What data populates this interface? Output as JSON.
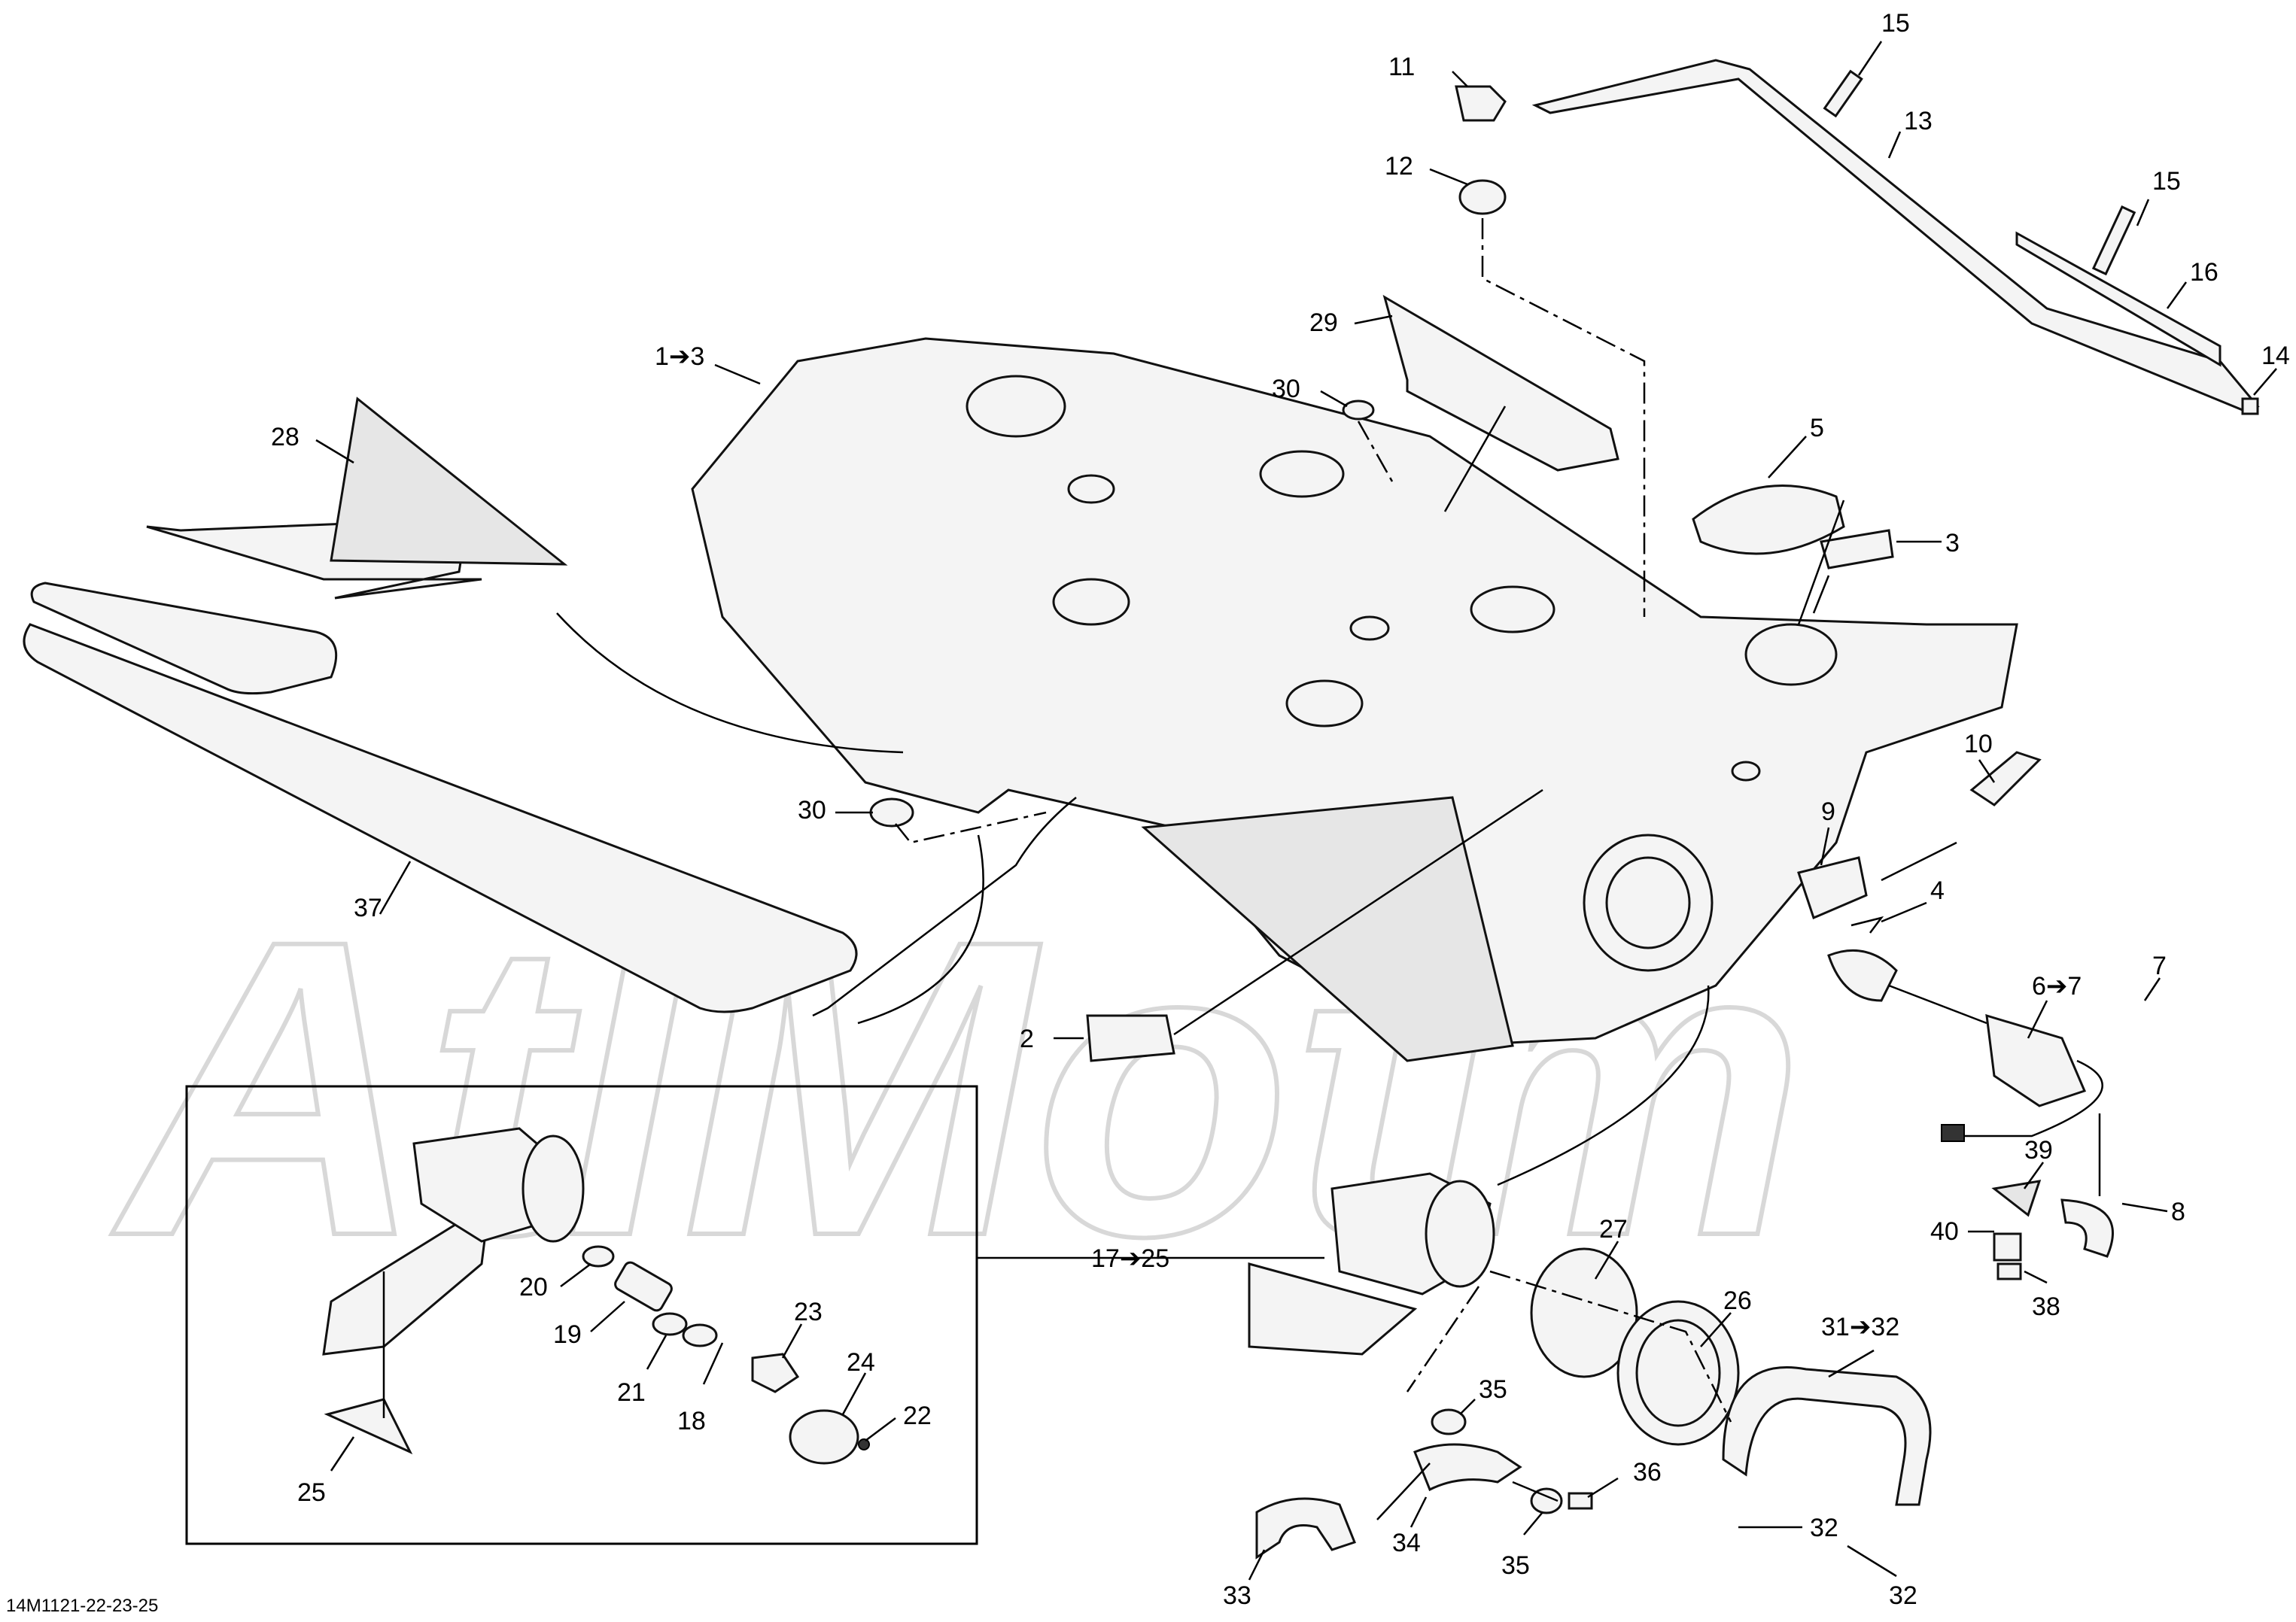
{
  "watermark": "AtlMotm",
  "document_code": "14M1121-22-23-25",
  "callouts": {
    "c1": "1➔3",
    "c2": "2",
    "c3": "3",
    "c4": "4",
    "c5": "5",
    "c6": "6➔7",
    "c7": "7",
    "c8": "8",
    "c9": "9",
    "c10": "10",
    "c11": "11",
    "c12": "12",
    "c13": "13",
    "c14": "14",
    "c15a": "15",
    "c15b": "15",
    "c16": "16",
    "c17": "17➔25",
    "c18": "18",
    "c19": "19",
    "c20": "20",
    "c21": "21",
    "c22": "22",
    "c23": "23",
    "c24": "24",
    "c25": "25",
    "c26": "26",
    "c27": "27",
    "c28": "28",
    "c29": "29",
    "c30a": "30",
    "c30b": "30",
    "c31": "31➔32",
    "c32a": "32",
    "c32b": "32",
    "c33": "33",
    "c34": "34",
    "c35a": "35",
    "c35b": "35",
    "c36": "36",
    "c37": "37",
    "c38": "38",
    "c39": "39",
    "c40": "40"
  },
  "colors": {
    "line": "#000000",
    "part_fill": "#f4f4f4",
    "watermark": "#d8d8d8"
  }
}
